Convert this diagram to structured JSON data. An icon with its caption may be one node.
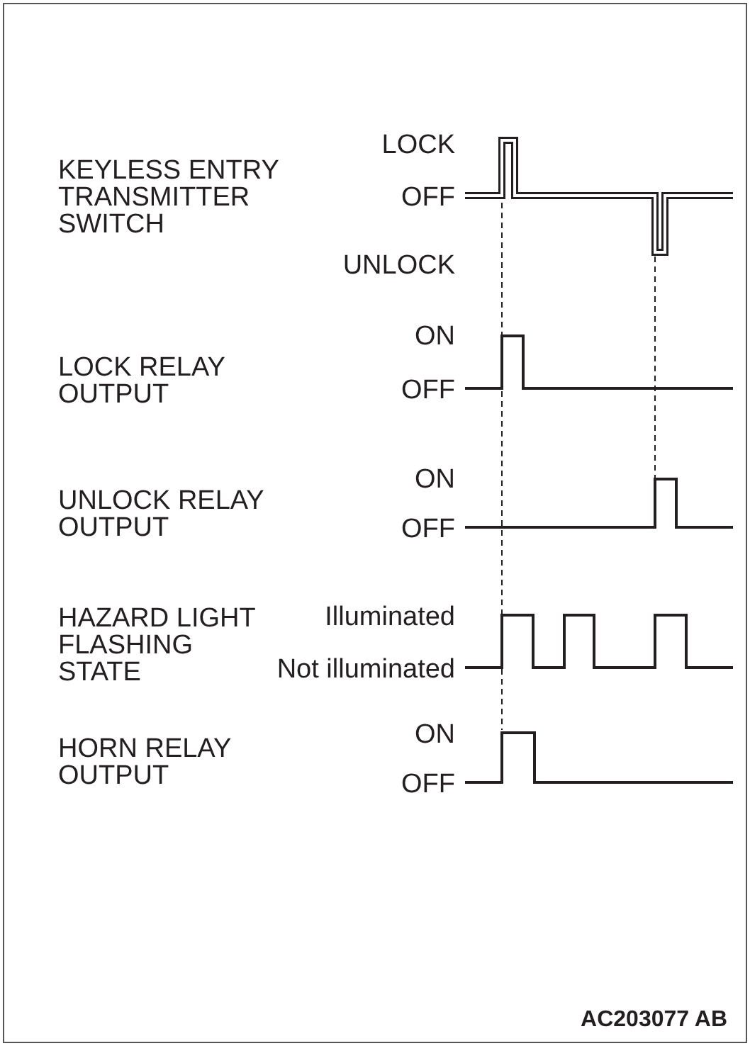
{
  "diagram": {
    "labels": [
      "KEYLESS ENTRY TRANSMITTER SWITCH",
      "LOCK",
      "OFF",
      "UNLOCK",
      "LOCK RELAY OUTPUT",
      "ON",
      "OFF",
      "UNLOCK RELAY OUTPUT",
      "ON",
      "OFF",
      "HAZARD LIGHT FLASHING STATE",
      "Illuminated",
      "Not illuminated",
      "HORN RELAY OUTPUT",
      "ON",
      "OFF",
      "AC203077 AB"
    ]
  }
}
